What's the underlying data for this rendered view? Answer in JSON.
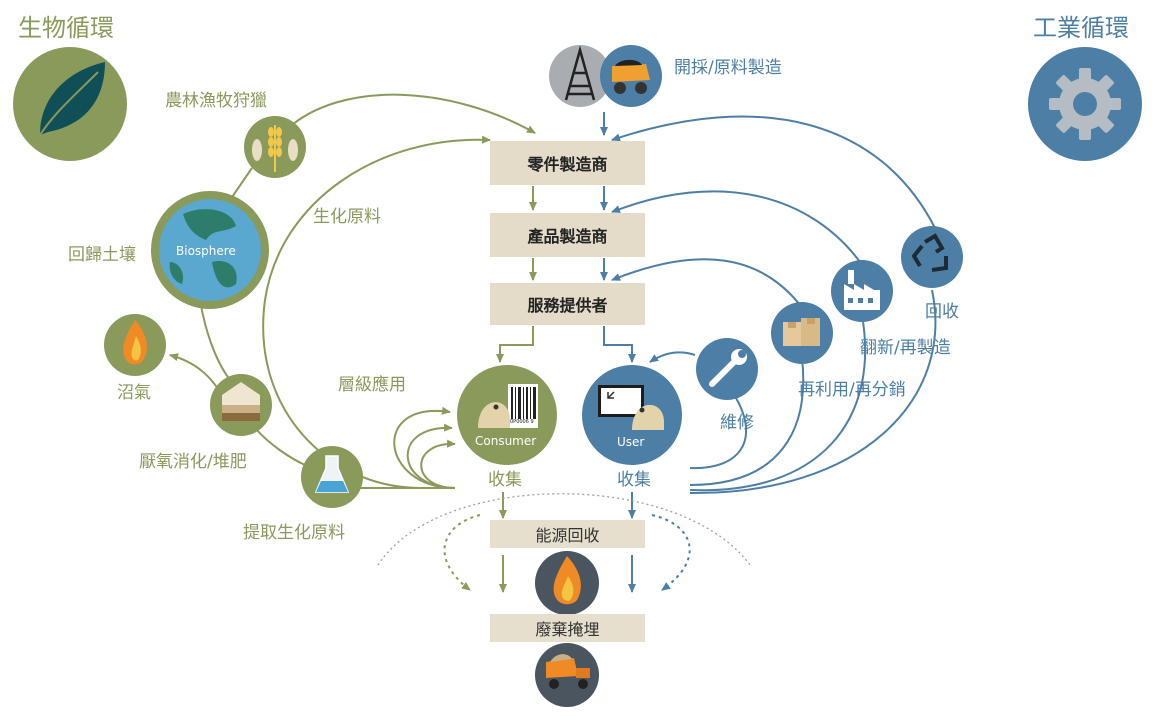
{
  "titles": {
    "bio_cycle": "生物循環",
    "tech_cycle": "工業循環"
  },
  "boxes": {
    "parts": "零件製造商",
    "product": "產品製造商",
    "service": "服務提供者",
    "energy": "能源回收",
    "landfill": "廢棄掩埋"
  },
  "bio_labels": {
    "farming": "農林漁牧狩獵",
    "biochem": "生化原料",
    "restore": "回歸土壤",
    "biogas": "沼氣",
    "anaerobic": "厭氧消化/堆肥",
    "extraction": "提取生化原料",
    "cascades": "層級應用",
    "collect_bio": "收集"
  },
  "tech_labels": {
    "mining": "開採/原料製造",
    "recycle": "回收",
    "refurbish": "翻新/再製造",
    "reuse": "再利用/再分銷",
    "maintain": "維修",
    "collect_tech": "收集"
  },
  "circle_texts": {
    "biosphere": "Biosphere",
    "consumer": "Consumer",
    "user": "User",
    "barcode": "0P0006 9"
  },
  "colors": {
    "bio": "#8a9a5b",
    "tech": "#4d7fa6",
    "box_bg": "#e4dcc9",
    "dark_circle": "#4a5560"
  },
  "icons": [
    "leaf-icon",
    "gear-icon",
    "oil-rig-icon",
    "mining-truck-icon",
    "wheat-fish-icon",
    "earth-icon",
    "flame-icon",
    "soil-layers-icon",
    "flask-icon",
    "consumer-icon",
    "user-computer-icon",
    "wrench-icon",
    "boxes-icon",
    "factory-icon",
    "recycle-icon",
    "fire-icon",
    "dump-truck-icon"
  ]
}
